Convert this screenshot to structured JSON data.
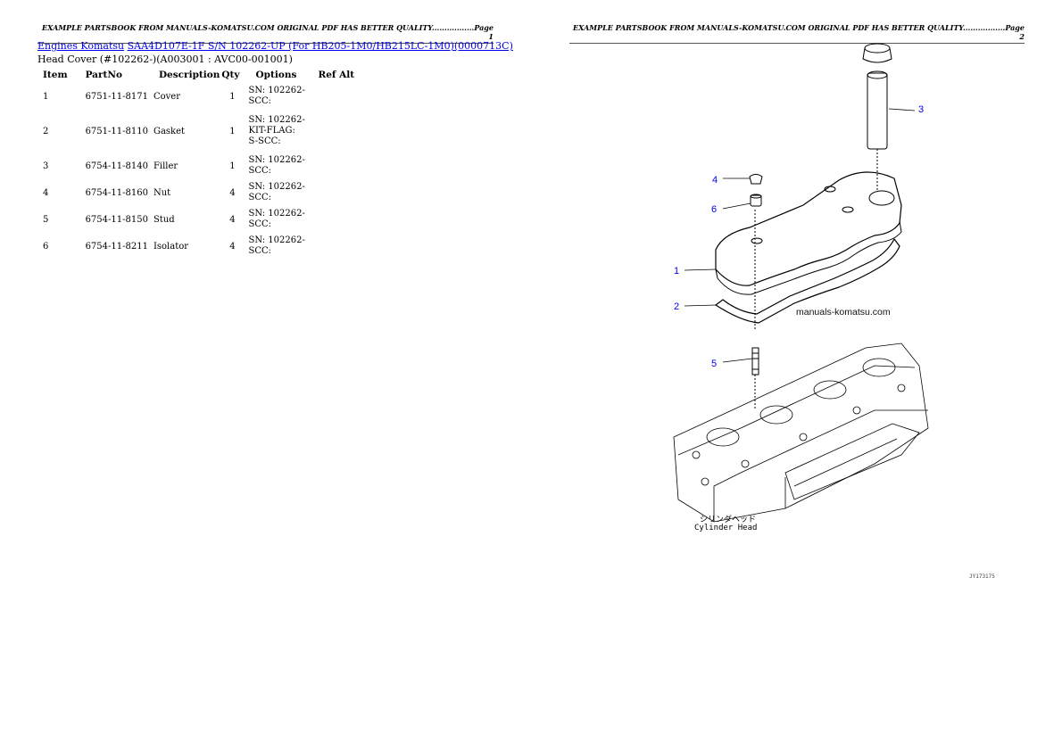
{
  "header_left": "EXAMPLE PARTSBOOK FROM MANUALS-KOMATSU.COM ORIGINAL PDF HAS BETTER QUALITY.................Page 1",
  "header_right": "EXAMPLE PARTSBOOK FROM MANUALS-KOMATSU.COM ORIGINAL PDF HAS BETTER QUALITY.................Page 2",
  "breadcrumb": {
    "link1": "Engines Komatsu",
    "link2": "SAA4D107E-1F S/N 102262-UP (For HB205-1M0/HB215LC-1M0)(0000713C)"
  },
  "subtitle": "Head Cover (#102262-)(A003001 : AVC00-001001)",
  "table": {
    "headers": [
      "Item",
      "PartNo",
      "Description",
      "Qty",
      "Options",
      "Ref Alt"
    ],
    "rows": [
      {
        "item": "1",
        "partno": "6751-11-8171",
        "desc": "Cover",
        "qty": "1",
        "options": "SN: 102262-SCC:"
      },
      {
        "item": "2",
        "partno": "6751-11-8110",
        "desc": "Gasket",
        "qty": "1",
        "options": "SN: 102262-KIT-FLAG: S-SCC:"
      },
      {
        "item": "3",
        "partno": "6754-11-8140",
        "desc": "Filler",
        "qty": "1",
        "options": "SN: 102262-SCC:"
      },
      {
        "item": "4",
        "partno": "6754-11-8160",
        "desc": "Nut",
        "qty": "4",
        "options": "SN: 102262-SCC:"
      },
      {
        "item": "5",
        "partno": "6754-11-8150",
        "desc": "Stud",
        "qty": "4",
        "options": "SN: 102262-SCC:"
      },
      {
        "item": "6",
        "partno": "6754-11-8211",
        "desc": "Isolator",
        "qty": "4",
        "options": "SN: 102262-SCC:"
      }
    ]
  },
  "diagram": {
    "callouts": [
      "1",
      "2",
      "3",
      "4",
      "5",
      "6"
    ],
    "watermark": "manuals-komatsu.com",
    "label_jp": "シリンダヘッド",
    "label_en": "Cylinder Head",
    "code": "JY173175",
    "callout_color": "#0000ee"
  }
}
